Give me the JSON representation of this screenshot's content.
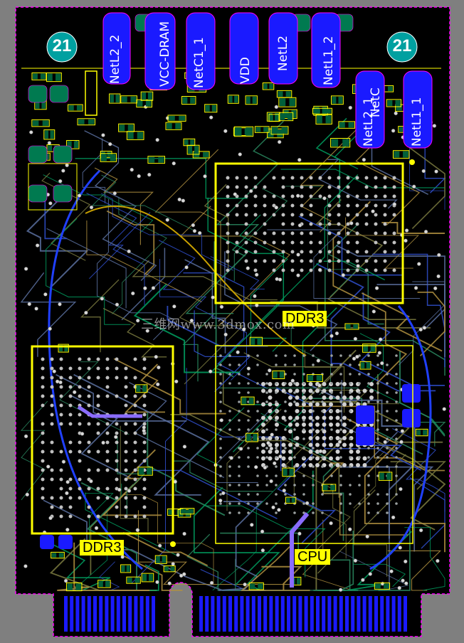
{
  "labels": {
    "ddr_top": "DDR3",
    "ddr_left": "DDR3",
    "cpu": "CPU"
  },
  "fiducials": {
    "left": "21",
    "right": "21"
  },
  "nets": {
    "n1": "NetL2_2",
    "n2": "VCC-DRAM",
    "n3": "NetC1_1",
    "n4": "VDD",
    "n5": "NetL2",
    "n6": "NetL1_2",
    "n7": "NetL2_1",
    "n8": "NetC",
    "n9": "NetL1_1"
  },
  "watermark": "三维网www.3dmox.com",
  "colors": {
    "board": "#000000",
    "outline": "#ff00ff",
    "silk": "#ffff00",
    "top_layer": "#ff0000",
    "bottom_layer": "#0000ff",
    "inner_green": "#00a060",
    "pad": "#c0c0c0",
    "background": "#808080"
  }
}
